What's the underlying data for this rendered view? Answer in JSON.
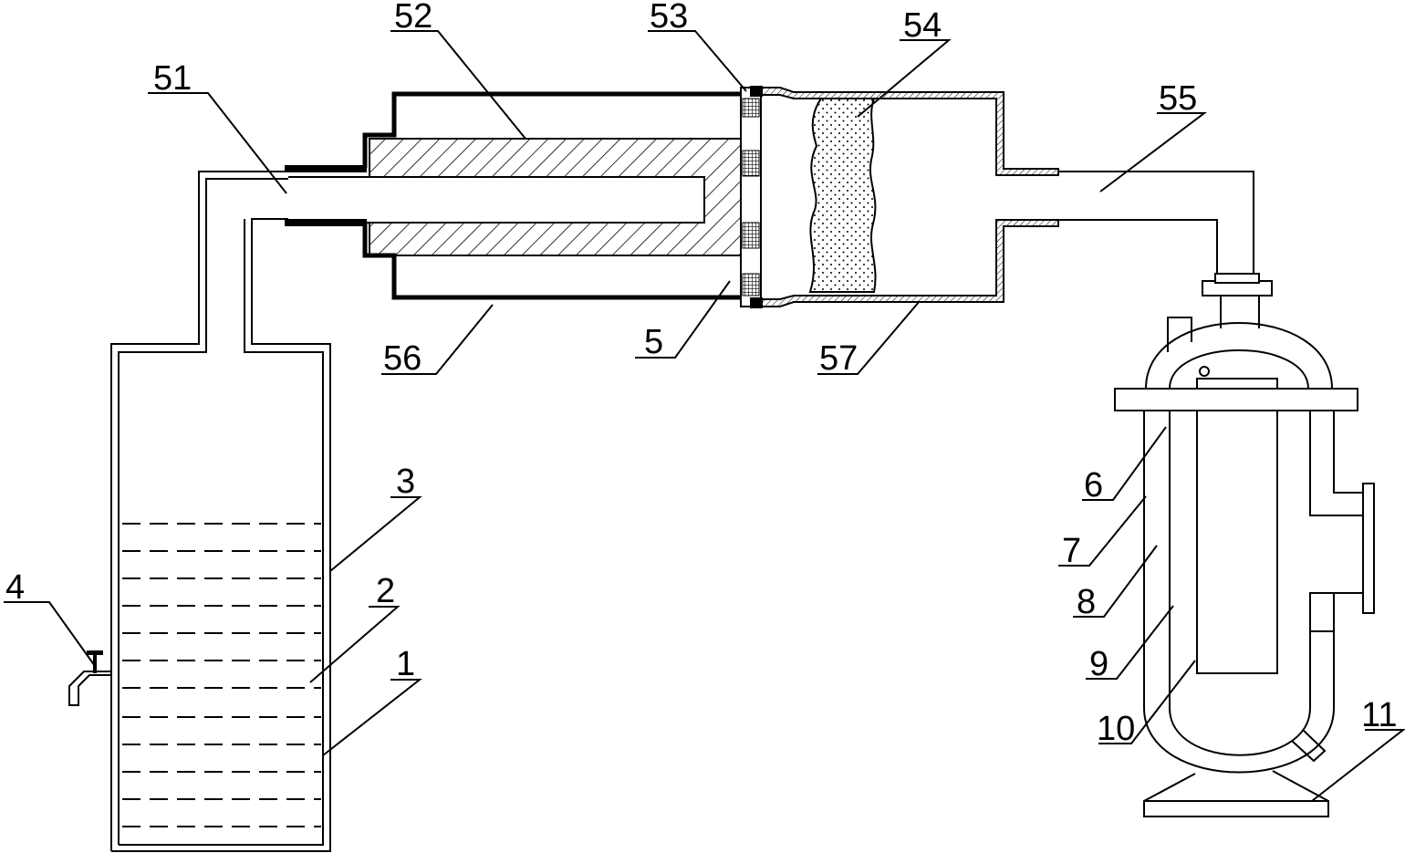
{
  "labels": {
    "l1": "1",
    "l2": "2",
    "l3": "3",
    "l4": "4",
    "l5": "5",
    "l6": "6",
    "l7": "7",
    "l8": "8",
    "l9": "9",
    "l10": "10",
    "l11": "11",
    "l51": "51",
    "l52": "52",
    "l53": "53",
    "l54": "54",
    "l55": "55",
    "l56": "56",
    "l57": "57"
  },
  "colors": {
    "stroke": "#000000",
    "background": "#ffffff"
  }
}
